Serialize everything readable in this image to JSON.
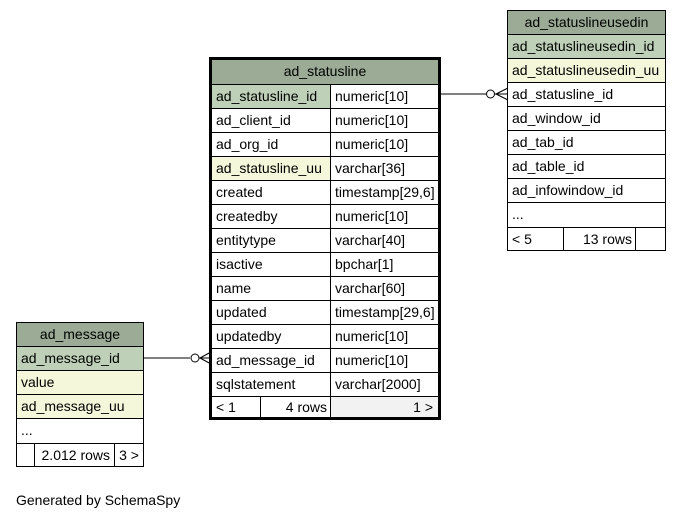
{
  "tables": {
    "ad_statusline": {
      "name": "ad_statusline",
      "columns": [
        {
          "name": "ad_statusline_id",
          "type": "numeric[10]",
          "key": "pk"
        },
        {
          "name": "ad_client_id",
          "type": "numeric[10]",
          "key": ""
        },
        {
          "name": "ad_org_id",
          "type": "numeric[10]",
          "key": ""
        },
        {
          "name": "ad_statusline_uu",
          "type": "varchar[36]",
          "key": "idx"
        },
        {
          "name": "created",
          "type": "timestamp[29,6]",
          "key": ""
        },
        {
          "name": "createdby",
          "type": "numeric[10]",
          "key": ""
        },
        {
          "name": "entitytype",
          "type": "varchar[40]",
          "key": ""
        },
        {
          "name": "isactive",
          "type": "bpchar[1]",
          "key": ""
        },
        {
          "name": "name",
          "type": "varchar[60]",
          "key": ""
        },
        {
          "name": "updated",
          "type": "timestamp[29,6]",
          "key": ""
        },
        {
          "name": "updatedby",
          "type": "numeric[10]",
          "key": ""
        },
        {
          "name": "ad_message_id",
          "type": "numeric[10]",
          "key": ""
        },
        {
          "name": "sqlstatement",
          "type": "varchar[2000]",
          "key": ""
        }
      ],
      "footer": {
        "parents": "< 1",
        "rows": "4 rows",
        "children": "1 >"
      }
    },
    "ad_statuslineusedin": {
      "name": "ad_statuslineusedin",
      "columns": [
        {
          "name": "ad_statuslineusedin_id",
          "key": "pk"
        },
        {
          "name": "ad_statuslineusedin_uu",
          "key": "idx"
        },
        {
          "name": "ad_statusline_id",
          "key": ""
        },
        {
          "name": "ad_window_id",
          "key": ""
        },
        {
          "name": "ad_tab_id",
          "key": ""
        },
        {
          "name": "ad_table_id",
          "key": ""
        },
        {
          "name": "ad_infowindow_id",
          "key": ""
        },
        {
          "name": "...",
          "key": ""
        }
      ],
      "footer": {
        "parents": "< 5",
        "rows": "13 rows",
        "children": ""
      }
    },
    "ad_message": {
      "name": "ad_message",
      "columns": [
        {
          "name": "ad_message_id",
          "key": "pk"
        },
        {
          "name": "value",
          "key": "idx"
        },
        {
          "name": "ad_message_uu",
          "key": "idx"
        },
        {
          "name": "...",
          "key": ""
        }
      ],
      "footer": {
        "parents": "",
        "rows": "2.012 rows",
        "children": "3 >"
      }
    }
  },
  "generated_by": "Generated by SchemaSpy",
  "colors": {
    "header": "#9bab96",
    "primary_key": "#bed1b8",
    "indexed": "#f4f7da",
    "plain": "#ffffff"
  }
}
